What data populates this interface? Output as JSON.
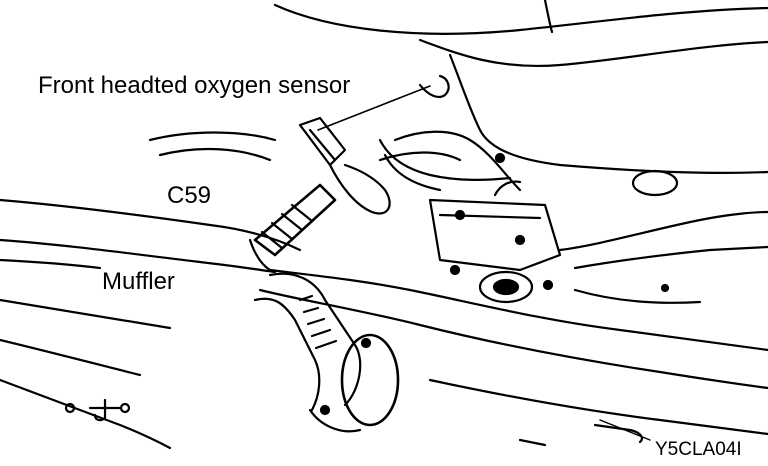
{
  "labels": {
    "oxygen_sensor": "Front headted oxygen sensor",
    "connector": "C59",
    "muffler": "Muffler"
  },
  "figure_code": "Y5CLA04I",
  "colors": {
    "ink": "#000000",
    "paper": "#ffffff"
  }
}
